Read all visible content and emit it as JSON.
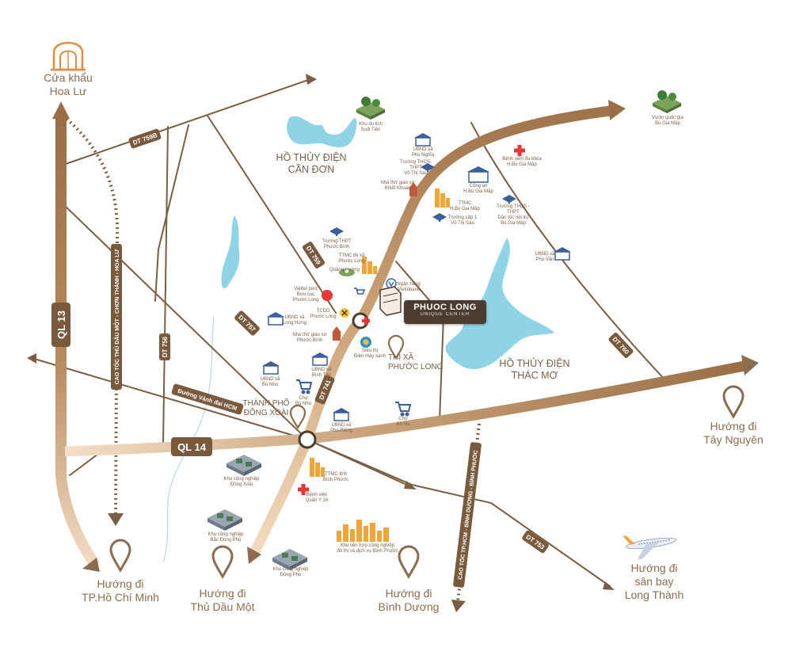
{
  "brand": {
    "name": "PHUOC LONG",
    "sub": "UNIQUE CENTER"
  },
  "destinations": {
    "hoa_lu": "Cửa khẩu\nHoa Lư",
    "tay_nguyen": "Hướng đi\nTây Nguyên",
    "long_thanh": "Hướng đi\nsân bay\nLong Thành",
    "hcm": "Hướng đi\nTP.Hồ Chí Minh",
    "thu_dau_mot": "Hướng đi\nThủ Dầu Một",
    "binh_duong": "Hướng đi\nBình Dương"
  },
  "areas": {
    "can_don": "HỒ THỦY ĐIỆN\nCẦN ĐƠN",
    "thac_mo": "HỒ THỦY ĐIỆN\nTHÁC MƠ",
    "thi_xa": "THỊ XÃ\nPHƯỚC LONG",
    "dong_xoai": "THÀNH PHỐ\nĐỒNG XOÀI"
  },
  "roads": {
    "ql13": "QL 13",
    "ql14": "QL 14",
    "dt759b": "DT 759B",
    "dt759": "DT 759",
    "dt757": "DT 757",
    "dt756": "DT 756",
    "dt741": "DT 741",
    "dt760": "DT 760",
    "dt753": "DT 753",
    "vanh_dai": "Đường Vành đai HCM",
    "cao_toc_1": "CAO TỐC THỦ DẦU MỘT - CHƠN THÀNH - HOA LƯ",
    "cao_toc_2": "CAO TỐC TP.HCM - BÌNH DƯƠNG - BÌNH PHƯỚC"
  },
  "pois": {
    "suoi_tien": "Khu du lịch\nSuối Tiên",
    "vuon_quoc_gia": "Vườn quốc gia\nBù Gia Mập",
    "ubnd_phu_nghia": "UBND xã\nPhú Nghĩa",
    "bv_bu_gia_map": "Bệnh viện đa khoa\nH.Bù Gia Mập",
    "thcs_vo_thi_sau": "Trường THCS-THPT\nVõ Thị Sáu",
    "nha_tho_khiet_khoan": "Nhà thờ giáo xứ\nKhiết Khoan",
    "cong_an": "Công an\nH.Bù Gia Mập",
    "ttmc_bu_gia_map": "TTMC\nH.Bù Gia Mập",
    "thcs_dan_toc": "Trường THCS - THPT\nDân tộc nội trú\nBù Gia Mập",
    "tieu_hoc_vo_thi_sau": "Trường cấp 1\nVõ Thị Sáu",
    "ubnd_phu_van": "UBND xã\nPhú Văn",
    "thpt_phuoc_binh": "Trường THPT\nPhước Bình",
    "ttmc_phuoc_long": "TTMC thị xã\nPhước Long",
    "quang_truong": "Quảng trường",
    "vietinbank": "Ngân hàng\nVietinbank",
    "viettel": "Viettel post\nBưu cục\nPhước Long",
    "tcdd": "TCDD\nPhước Long",
    "ubnd_long_hung": "UBND xã\nLong Hưng",
    "nha_tho_phuoc_binh": "Nhà thờ giáo xứ\nPhước Bình",
    "ubnd_binh_tan": "UBND xã\nBình Tân",
    "sieu_thi": "Siêu thị\nĐiện máy xanh",
    "ubnd_bu_nho": "UBND xã\nBù Nho",
    "cho_bu_nho": "Chợ\nBù Nho",
    "ubnd_phu_rieng": "UBND xã\nPhú Riềng",
    "cho_bu_na": "Chợ\nBù Na",
    "ttmc_binh_phuoc": "TTMC tỉnh\nBình Phước",
    "bv_quan_y": "Bệnh viện\nQuân Y 16",
    "kcn_dong_xoai": "Khu công nghiệp\nĐồng Xoài",
    "kcn_bac_dong_phu": "Khu công nghiệp\nBắc Đồng Phú",
    "kcn_dong_phu": "Khu công nghiệp\nĐồng Phú",
    "kcn_dich_vu": "Khu liên hợp công nghiệp\nđô thị và dịch vụ Bình Phước"
  },
  "colors": {
    "road_main": "#a57a52",
    "road_light": "#e8c9a4",
    "road_dark": "#8a6d4f",
    "road_thin": "#7a5e44",
    "lake": "#8fd3e6",
    "accent_red": "#e63636",
    "icon_blue": "#3a5f9b",
    "icon_orange": "#f0a63a"
  }
}
